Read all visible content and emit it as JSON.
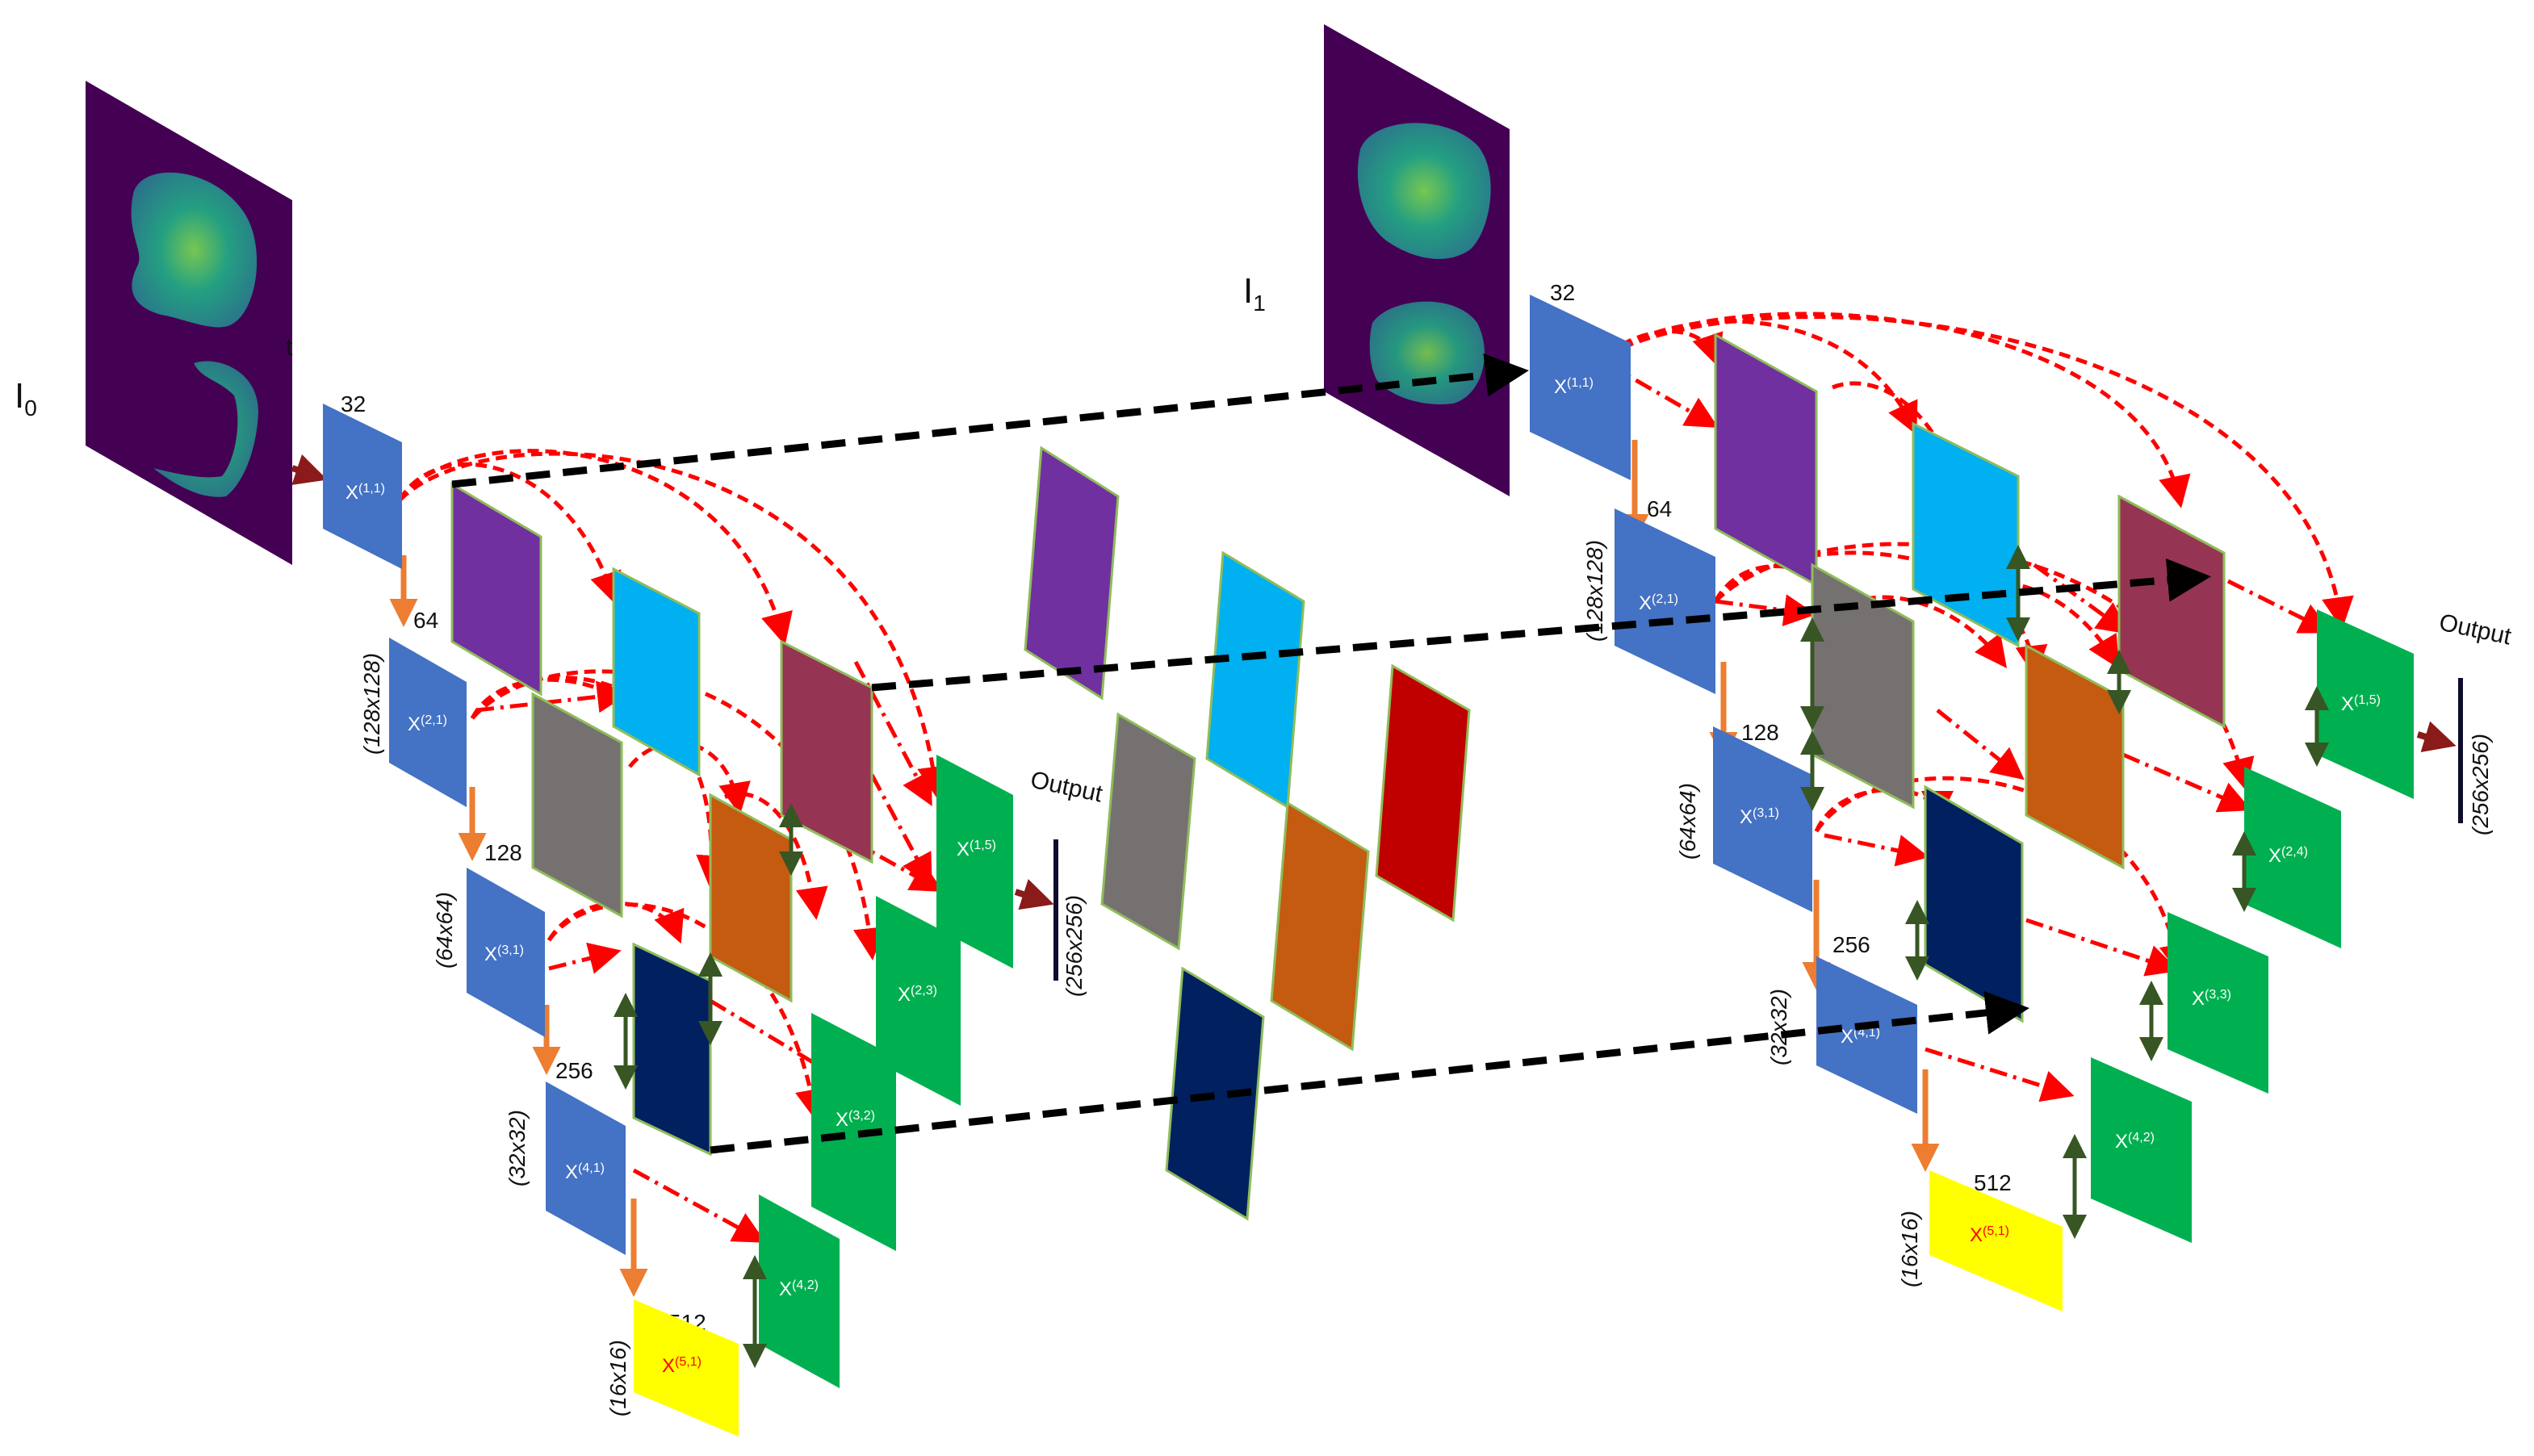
{
  "inputs": [
    {
      "label": "I",
      "sub": "0"
    },
    {
      "label": "I",
      "sub": "1"
    }
  ],
  "colors": {
    "input_bg": "#440154",
    "encoder_blue": "#4472c4",
    "nested_green": "#00b050",
    "bottleneck_yellow": "#ffff00",
    "skip_red": "#ff0000",
    "down_arrow_orange": "#ed7d31",
    "up_arrow_green": "#375623",
    "purple": "#7030a0",
    "cyan": "#00b0f0",
    "grey": "#767171",
    "maroon": "#953553",
    "orange": "#c55a11",
    "navy": "#002060",
    "dark_red": "#c00000",
    "output_bar": "#0d0d2b",
    "dashed_black": "#000000"
  },
  "left_net": {
    "channels": [
      "32",
      "64",
      "128",
      "256",
      "512"
    ],
    "sizes": [
      "(128x128)",
      "(64x64)",
      "(32x32)",
      "(16x16)"
    ],
    "nodes": {
      "x11": {
        "base": "X",
        "sup": "(1,1)"
      },
      "x21": {
        "base": "X",
        "sup": "(2,1)"
      },
      "x31": {
        "base": "X",
        "sup": "(3,1)"
      },
      "x41": {
        "base": "X",
        "sup": "(4,1)"
      },
      "x51": {
        "base": "X",
        "sup": "(5,1)"
      },
      "x15": {
        "base": "X",
        "sup": "(1,5)"
      },
      "x23": {
        "base": "X",
        "sup": "(2,3)"
      },
      "x32": {
        "base": "X",
        "sup": "(3,2)"
      },
      "x42": {
        "base": "X",
        "sup": "(4,2)"
      }
    },
    "output_label": "Output",
    "output_size": "(256x256)"
  },
  "right_net": {
    "channels": [
      "32",
      "64",
      "128",
      "256",
      "512"
    ],
    "sizes": [
      "(128x128)",
      "(64x64)",
      "(32x32)",
      "(16x16)"
    ],
    "nodes": {
      "x11": {
        "base": "X",
        "sup": "(1,1)"
      },
      "x21": {
        "base": "X",
        "sup": "(2,1)"
      },
      "x31": {
        "base": "X",
        "sup": "(3,1)"
      },
      "x41": {
        "base": "X",
        "sup": "(4,1)"
      },
      "x51": {
        "base": "X",
        "sup": "(5,1)"
      },
      "x15": {
        "base": "X",
        "sup": "(1,5)"
      },
      "x24": {
        "base": "X",
        "sup": "(2,4)"
      },
      "x33": {
        "base": "X",
        "sup": "(3,3)"
      },
      "x42": {
        "base": "X",
        "sup": "(4,2)"
      }
    },
    "output_label": "Output",
    "output_size": "(256x256)"
  },
  "stray_text": "t"
}
